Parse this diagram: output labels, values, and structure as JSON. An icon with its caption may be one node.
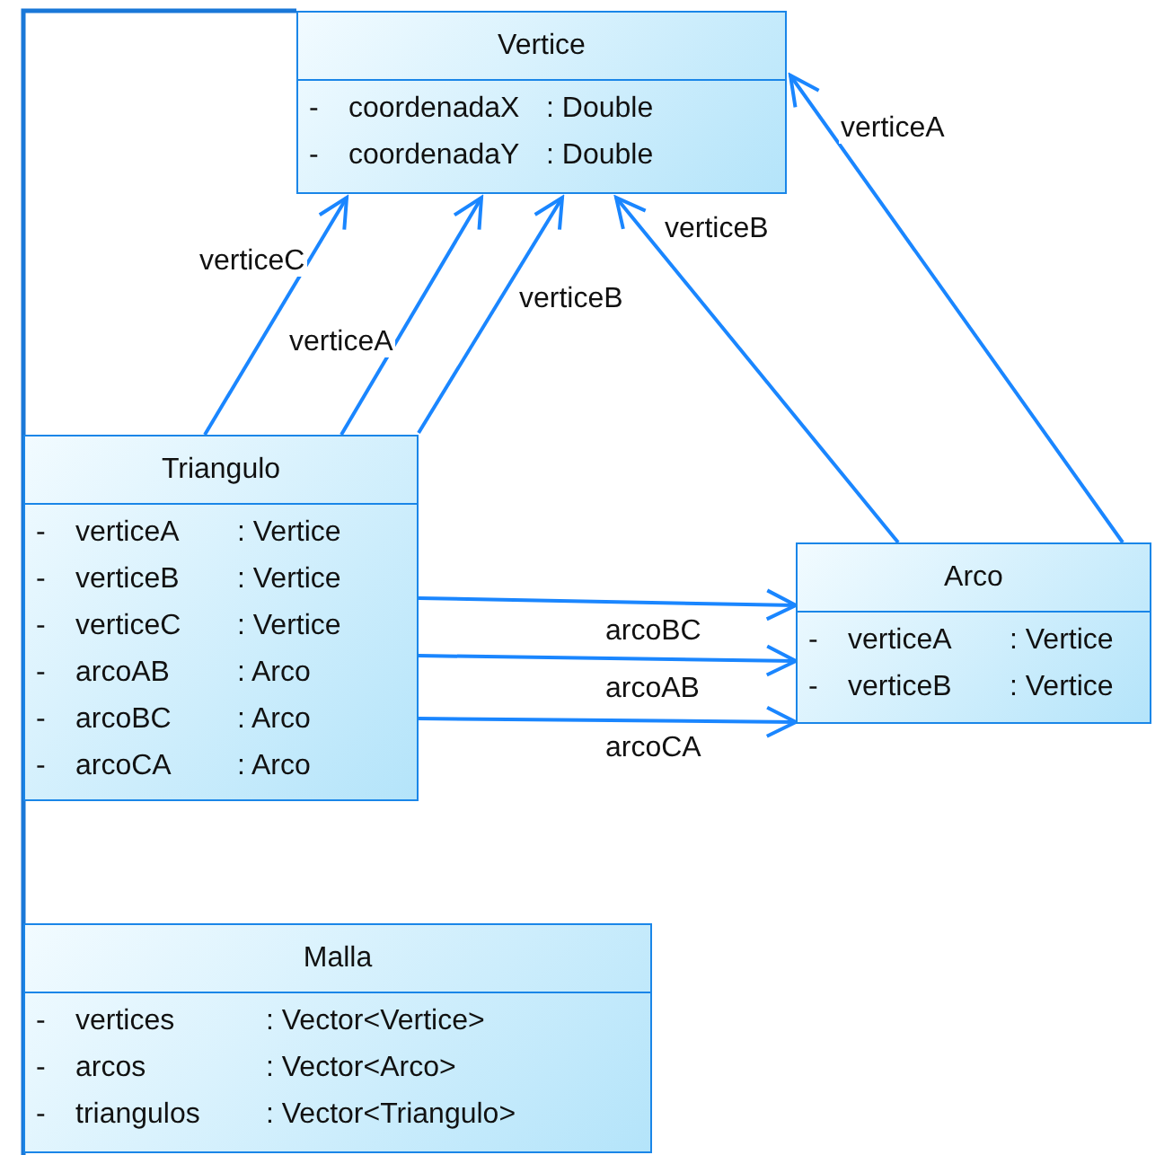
{
  "diagram": {
    "nodes": [
      {
        "text": [
          "Vertice",
          "-",
          "coordenadaX",
          ": Double",
          "-",
          "coordenadaY",
          ": Double"
        ]
      },
      {
        "text": [
          "Triangulo",
          "-",
          "verticeA",
          ": Vertice",
          "-",
          "verticeB",
          ": Vertice",
          "-",
          "verticeC",
          ": Vertice",
          "-",
          "arcoAB",
          ": Arco",
          "-",
          "arcoBC",
          ": Arco",
          "-",
          "arcoCA",
          ": Arco"
        ]
      },
      {
        "text": [
          "Arco",
          "-",
          "verticeA",
          ": Vertice",
          "-",
          "verticeB",
          ": Vertice"
        ]
      },
      {
        "text": [
          "Malla",
          "-",
          "vertices",
          ": Vector<Vertice>",
          "-",
          "arcos",
          ": Vector<Arco>",
          "-",
          "triangulos",
          ": Vector<Triangulo>"
        ]
      }
    ],
    "edges": [
      {
        "from": 1,
        "to": 0,
        "arrow": "to",
        "label": "verticeC"
      },
      {
        "from": 1,
        "to": 0,
        "arrow": "to",
        "label": "verticeA"
      },
      {
        "from": 1,
        "to": 0,
        "arrow": "to",
        "label": "verticeB"
      },
      {
        "from": 2,
        "to": 0,
        "arrow": "to",
        "label": "verticeA"
      },
      {
        "from": 2,
        "to": 0,
        "arrow": "to",
        "label": "verticeB"
      },
      {
        "from": 1,
        "to": 2,
        "arrow": "to",
        "label": "arcoBC"
      },
      {
        "from": 1,
        "to": 2,
        "arrow": "to",
        "label": "arcoAB"
      },
      {
        "from": 1,
        "to": 2,
        "arrow": "to",
        "label": "arcoCA"
      }
    ]
  }
}
